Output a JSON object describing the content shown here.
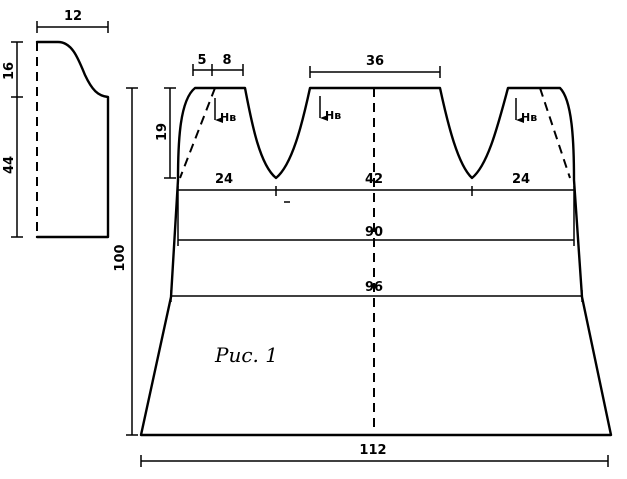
{
  "figure": {
    "caption": "Рис. 1",
    "sleeve_cap_width": "12",
    "sleeve_cap_height": "16",
    "sleeve_length": "44",
    "neck_offset": "5",
    "neck_width": "8",
    "center_top_width": "36",
    "armhole_depth": "19",
    "side_width_left": "24",
    "middle_width": "42",
    "side_width_right": "24",
    "width_90": "90",
    "width_96": "96",
    "total_height": "100",
    "bottom_width": "112",
    "grain_mark_left": "Нв",
    "grain_mark_center": "Нв",
    "grain_mark_right": "Нв"
  }
}
